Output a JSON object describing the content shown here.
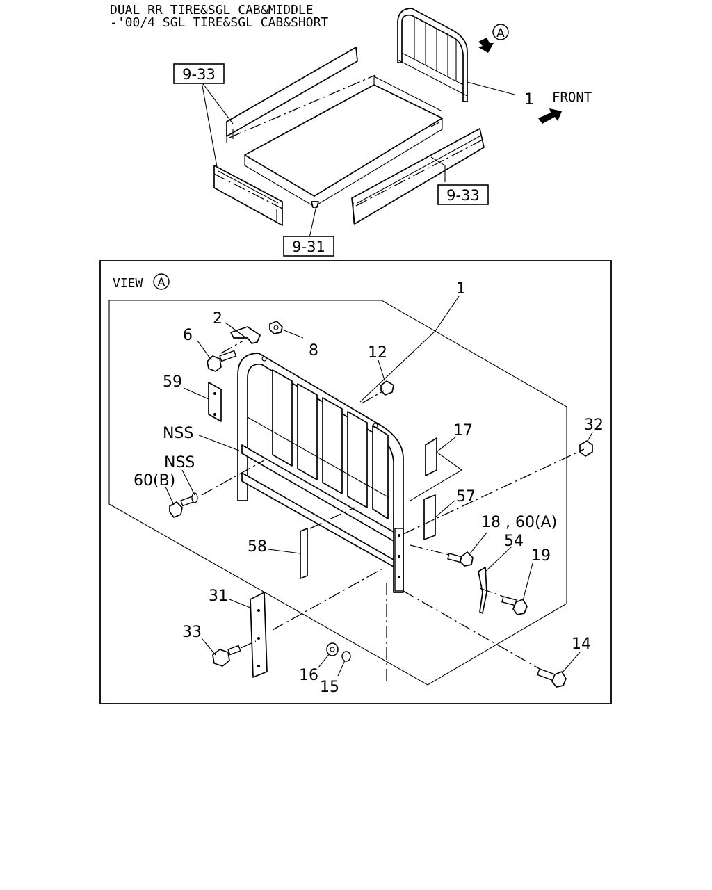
{
  "header": {
    "line1": "DUAL RR TIRE&SGL CAB&MIDDLE",
    "line2": "-'00/4 SGL TIRE&SGL CAB&SHORT"
  },
  "overview": {
    "ref_left": "9-33",
    "ref_right": "9-33",
    "ref_bottom": "9-31",
    "arrow_label": "A",
    "part_number": "1",
    "front_label": "FRONT"
  },
  "detail": {
    "view_label": "VIEW",
    "view_letter": "A",
    "callouts": {
      "c1": "1",
      "c2": "2",
      "c6": "6",
      "c8": "8",
      "c12": "12",
      "c59": "59",
      "c17": "17",
      "c32": "32",
      "nss1": "NSS",
      "nss2": "NSS",
      "c60b": "60(B)",
      "c57": "57",
      "c18": "18 , 60(A)",
      "c54": "54",
      "c58": "58",
      "c19": "19",
      "c31": "31",
      "c33": "33",
      "c14": "14",
      "c16": "16",
      "c15": "15"
    }
  }
}
